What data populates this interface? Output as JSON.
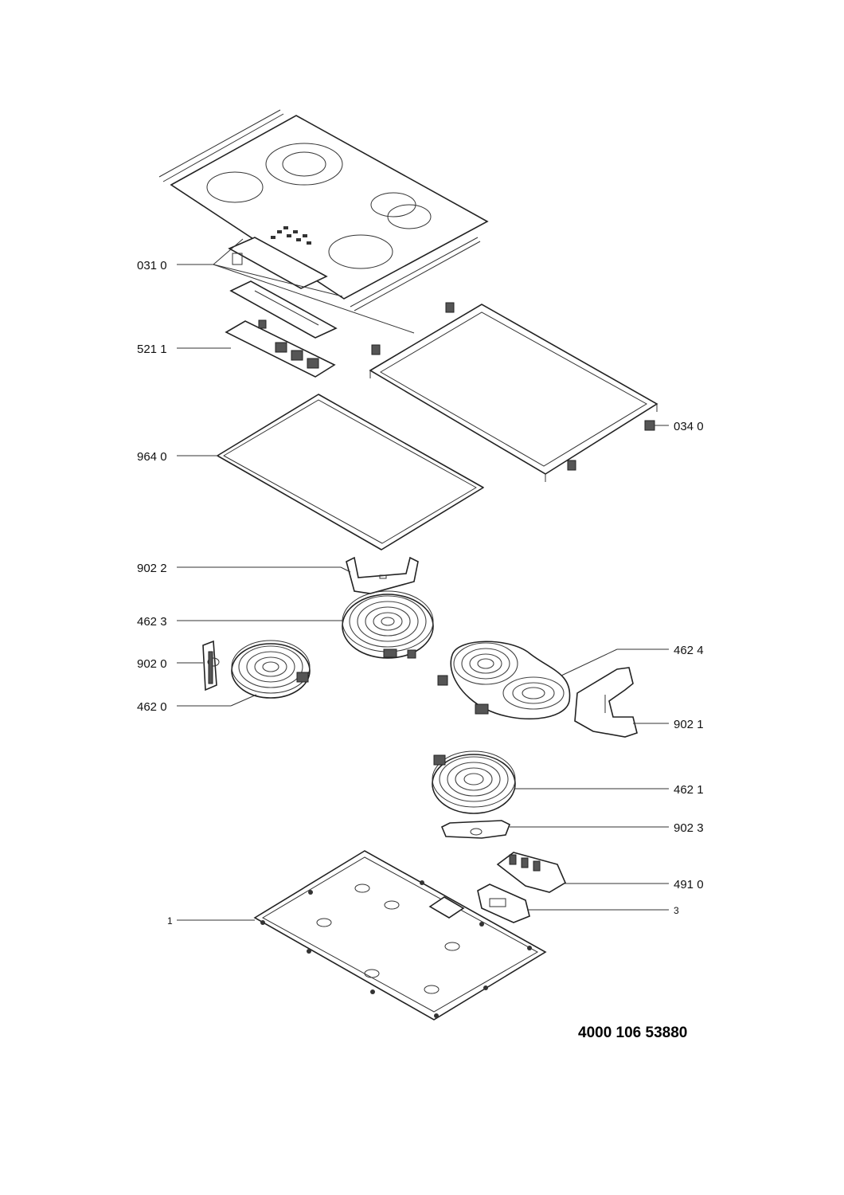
{
  "labels": {
    "glass_031": "031 0",
    "board_521": "521 1",
    "gasket_964": "964 0",
    "frame_034": "034 0",
    "bracket_9022": "902 2",
    "heater_4623": "462 3",
    "bracket_9020": "902 0",
    "heater_4620": "462 0",
    "heater_4624": "462 4",
    "bracket_9021": "902 1",
    "heater_4621": "462 1",
    "bracket_9023": "902 3",
    "terminal_491": "491 0",
    "base_1": "1",
    "clamp_3": "3"
  },
  "document_number": "4000 106 53880"
}
